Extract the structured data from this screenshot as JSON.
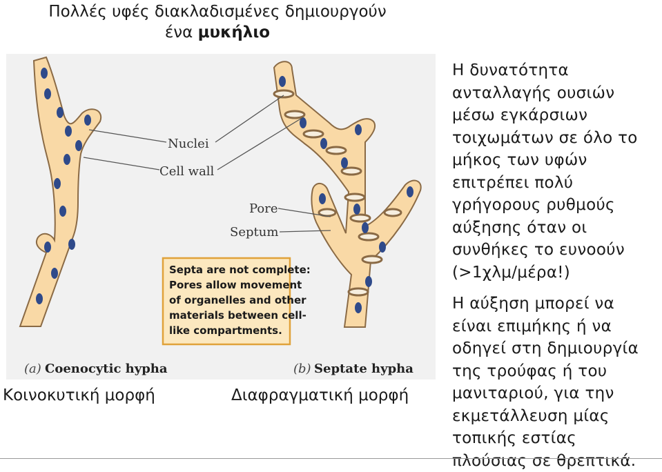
{
  "title": {
    "line1": "Πολλές υφές διακλαδισμένες δημιουργούν",
    "line2_prefix": "ένα ",
    "line2_bold": "μυκήλιο"
  },
  "figure": {
    "labels": {
      "nuclei": "Nuclei",
      "cell_wall": "Cell wall",
      "pore": "Pore",
      "septum": "Septum"
    },
    "callout": [
      "Septa are not complete:",
      "Pores allow movement",
      "of organelles and other",
      "materials between cell-",
      "like compartments."
    ],
    "caption_a": {
      "letter": "(a)",
      "text": "Coenocytic hypha"
    },
    "caption_b": {
      "letter": "(b)",
      "text": "Septate hypha"
    },
    "colors": {
      "hypha_fill": "#f9d9a6",
      "hypha_stroke": "#8a6a45",
      "nucleus": "#2f4a8a",
      "callout_bg": "#fce8bf",
      "callout_border": "#e0a23a"
    }
  },
  "captions": {
    "left": "Κοινοκυτική μορφή",
    "right": "Διαφραγματική μορφή"
  },
  "right_text": {
    "paragraph1": [
      "Η δυνατότητα",
      "ανταλλαγής ουσιών",
      "μέσω εγκάρσιων",
      "τοιχωμάτων σε όλο το",
      "μήκος των υφών",
      "επιτρέπει πολύ",
      "γρήγορους ρυθμούς",
      "αύξησης όταν οι",
      "συνθήκες το ευνοούν",
      "(>1χλμ/μέρα!)"
    ],
    "paragraph2": [
      "Η αύξηση μπορεί να",
      "είναι επιμήκης ή να",
      "οδηγεί στη δημιουργία",
      "της τρούφας ή του",
      "μανιταριού, για την",
      "εκμετάλλευση μίας",
      "τοπικής εστίας",
      "πλούσιας σε θρεπτικά."
    ]
  }
}
